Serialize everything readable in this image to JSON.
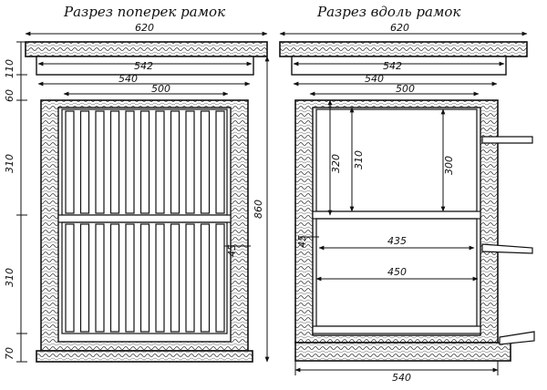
{
  "captions": {
    "left": "Разрез поперек рамок",
    "right": "Разрез вдоль рамок"
  },
  "left_view": {
    "dims_horizontal": {
      "outer_width": "620",
      "lid_width": "542",
      "frame_span": "540",
      "inner_width": "500"
    },
    "dims_vertical": {
      "lid_height": "110",
      "gap_height": "60",
      "upper_frame_height": "310",
      "lower_frame_height": "310",
      "bottom_height": "70",
      "total_height": "860"
    },
    "entrance_label": "45"
  },
  "right_view": {
    "dims_horizontal": {
      "outer_width": "620",
      "lid_width": "542",
      "frame_span": "540",
      "inner_width": "500",
      "upper_bar": "435",
      "lower_bar": "450",
      "base_width": "540"
    },
    "dims_vertical": {
      "frame_outer": "320",
      "frame_mid": "310",
      "frame_inner": "300"
    },
    "entrance_label": "45"
  }
}
